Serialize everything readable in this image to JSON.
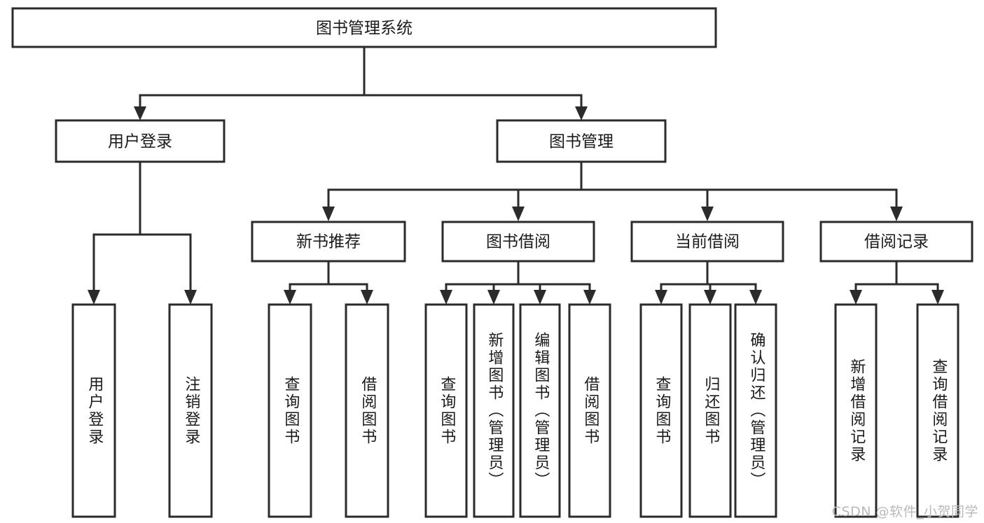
{
  "diagram": {
    "title": "图书管理系统",
    "type": "hierarchy-tree",
    "orientation": "top-down",
    "colors": {
      "node_stroke": "#2b2b2b",
      "node_fill": "#ffffff",
      "connector": "#2b2b2b",
      "text": "#1a1a1a",
      "watermark": "#b9b9b9",
      "background": "#ffffff"
    },
    "levels": {
      "root": "图书管理系统",
      "level2": [
        "用户登录",
        "图书管理"
      ],
      "level3": [
        "新书推荐",
        "图书借阅",
        "当前借阅",
        "借阅记录"
      ]
    },
    "nodes": {
      "root": {
        "label": "图书管理系统"
      },
      "user_login": {
        "label": "用户登录"
      },
      "book_manage": {
        "label": "图书管理"
      },
      "new_book_rec": {
        "label": "新书推荐"
      },
      "book_borrow": {
        "label": "图书借阅"
      },
      "current_borrow": {
        "label": "当前借阅"
      },
      "borrow_record": {
        "label": "借阅记录"
      },
      "leaf_user_login": {
        "label": "用户登录"
      },
      "leaf_logout": {
        "label": "注销登录"
      },
      "leaf_query_book_1": {
        "label": "查询图书"
      },
      "leaf_borrow_book_1": {
        "label": "借阅图书"
      },
      "leaf_query_book_2": {
        "label": "查询图书"
      },
      "leaf_add_book_admin": {
        "label": "新增图书（管理员）"
      },
      "leaf_edit_book_admin": {
        "label": "编辑图书（管理员）"
      },
      "leaf_borrow_book_2": {
        "label": "借阅图书"
      },
      "leaf_query_book_3": {
        "label": "查询图书"
      },
      "leaf_return_book": {
        "label": "归还图书"
      },
      "leaf_confirm_return_admin": {
        "label": "确认归还（管理员）"
      },
      "leaf_add_record": {
        "label": "新增借阅记录"
      },
      "leaf_query_record": {
        "label": "查询借阅记录"
      }
    },
    "groups": [
      {
        "parent": "用户登录",
        "children": [
          "用户登录",
          "注销登录"
        ]
      },
      {
        "parent": "新书推荐",
        "children": [
          "查询图书",
          "借阅图书"
        ]
      },
      {
        "parent": "图书借阅",
        "children": [
          "查询图书",
          "新增图书（管理员）",
          "编辑图书（管理员）",
          "借阅图书"
        ]
      },
      {
        "parent": "当前借阅",
        "children": [
          "查询图书",
          "归还图书",
          "确认归还（管理员）"
        ]
      },
      {
        "parent": "借阅记录",
        "children": [
          "新增借阅记录",
          "查询借阅记录"
        ]
      }
    ]
  },
  "watermark": {
    "text": "CSDN @软件_小贺同学"
  }
}
